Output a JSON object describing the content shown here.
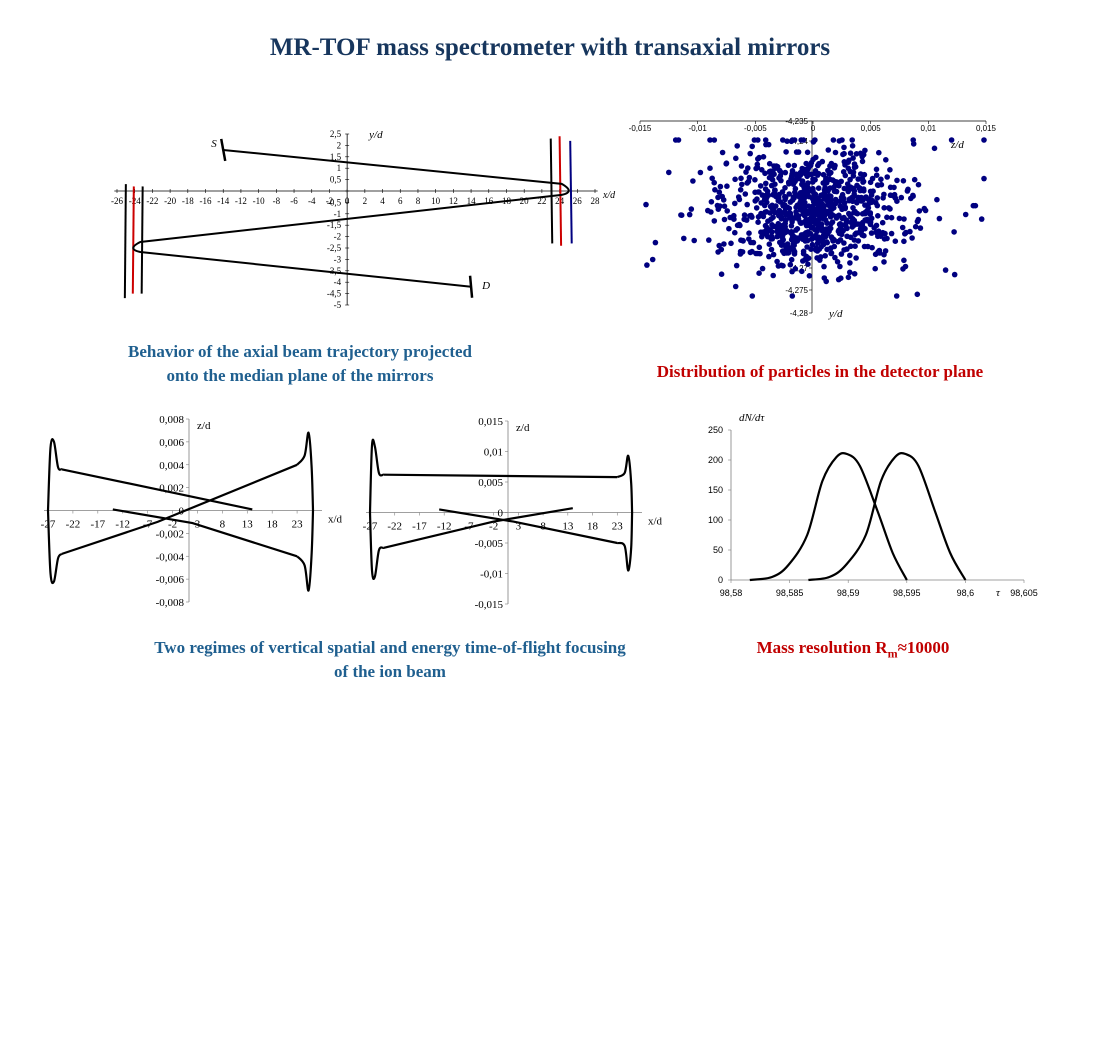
{
  "page": {
    "title": "MR-TOF mass spectrometer with transaxial mirrors"
  },
  "captions": {
    "trajectory_line1": "Behavior of the axial beam trajectory projected",
    "trajectory_line2": "onto the median plane of the mirrors",
    "distribution": "Distribution of particles in the detector plane",
    "focusing_line1": "Two regimes of vertical spatial and energy time-of-flight focusing",
    "focusing_line2": "of the ion beam",
    "resolution_prefix": "Mass resolution R",
    "resolution_sub": "m",
    "resolution_suffix": "≈10000"
  },
  "colors": {
    "title": "#17365d",
    "caption_blue": "#1f5f8f",
    "caption_red": "#c00000",
    "points": "#000080",
    "mirror_red": "#cc0000",
    "mirror_blue": "#000080"
  },
  "chart_data": [
    {
      "id": "trajectory",
      "type": "line",
      "xlabel": "x/d",
      "ylabel": "y/d",
      "xlim": [
        -26,
        28
      ],
      "ylim": [
        -5,
        2.5
      ],
      "xticks": [
        "-26",
        "-24",
        "-22",
        "-20",
        "-18",
        "-16",
        "-14",
        "-12",
        "-10",
        "-8",
        "-6",
        "-4",
        "-2",
        "0",
        "2",
        "4",
        "6",
        "8",
        "10",
        "12",
        "14",
        "16",
        "18",
        "20",
        "22",
        "24",
        "26",
        "28"
      ],
      "yticks": [
        "2,5",
        "2",
        "1,5",
        "1",
        "0,5",
        "0",
        "-0,5",
        "-1",
        "-1,5",
        "-2",
        "-2,5",
        "-3",
        "-3,5",
        "-4",
        "-4,5",
        "-5"
      ],
      "annotations": [
        "S",
        "D"
      ],
      "trajectory": [
        [
          -14,
          1.8
        ],
        [
          25.6,
          0.05
        ],
        [
          -24.5,
          -2.5
        ],
        [
          14,
          -4.2
        ]
      ],
      "mirrors": [
        {
          "x": -25,
          "y_range": [
            -4.7,
            0.3
          ],
          "color": "#000000"
        },
        {
          "x": -24.1,
          "y_range": [
            -4.5,
            0.2
          ],
          "color": "#cc0000"
        },
        {
          "x": -23.1,
          "y_range": [
            -4.5,
            0.2
          ],
          "color": "#000000"
        },
        {
          "x": 23,
          "y_range": [
            -2.3,
            2.3
          ],
          "color": "#000000"
        },
        {
          "x": 24,
          "y_range": [
            -2.4,
            2.4
          ],
          "color": "#cc0000"
        },
        {
          "x": 25.2,
          "y_range": [
            -2.3,
            2.2
          ],
          "color": "#000080"
        }
      ]
    },
    {
      "id": "distribution",
      "type": "scatter",
      "xlabel": "z/d",
      "ylabel": "y/d",
      "xlim": [
        -0.015,
        0.015
      ],
      "ylim": [
        -4.28,
        -4.235
      ],
      "xticks": [
        "-0,015",
        "-0,01",
        "-0,005",
        "0",
        "0,005",
        "0,01",
        "0,015"
      ],
      "yticks": [
        "-4,235",
        "-4,24",
        "-4,27",
        "-4,275",
        "-4,28"
      ],
      "point_count": 900
    },
    {
      "id": "focusing-1",
      "type": "line",
      "xlabel": "x/d",
      "ylabel": "z/d",
      "xlim": [
        -27,
        28
      ],
      "ylim": [
        -0.008,
        0.008
      ],
      "xticks": [
        "-27",
        "-22",
        "-17",
        "-12",
        "-7",
        "-2",
        "3",
        "8",
        "13",
        "18",
        "23"
      ],
      "yticks": [
        "0,008",
        "0,006",
        "0,004",
        "0,002",
        "0",
        "-0,002",
        "-0,004",
        "-0,006",
        "-0,008"
      ]
    },
    {
      "id": "focusing-2",
      "type": "line",
      "xlabel": "x/d",
      "ylabel": "z/d",
      "xlim": [
        -27,
        28
      ],
      "ylim": [
        -0.015,
        0.015
      ],
      "xticks": [
        "-27",
        "-22",
        "-17",
        "-12",
        "-7",
        "-2",
        "3",
        "8",
        "13",
        "18",
        "23"
      ],
      "yticks": [
        "0,015",
        "0,01",
        "0,005",
        "0",
        "-0,005",
        "-0,01",
        "-0,015"
      ]
    },
    {
      "id": "resolution",
      "type": "line",
      "xlabel": "τ",
      "ylabel": "dN/dτ",
      "xlim": [
        98.58,
        98.605
      ],
      "ylim": [
        0,
        250
      ],
      "xticks": [
        "98,58",
        "98,585",
        "98,59",
        "98,595",
        "98,6",
        "98,605"
      ],
      "yticks": [
        "250",
        "200",
        "150",
        "100",
        "50",
        "0"
      ],
      "series": [
        {
          "x": [
            98.5816,
            98.5835,
            98.5849,
            98.5865,
            98.5878,
            98.589,
            98.5899,
            98.591,
            98.5925,
            98.5938,
            98.595
          ],
          "y": [
            0,
            5,
            25,
            75,
            165,
            205,
            210,
            190,
            115,
            45,
            0
          ]
        },
        {
          "x": [
            98.5866,
            98.5884,
            98.5898,
            98.5915,
            98.5928,
            98.594,
            98.5949,
            98.596,
            98.5974,
            98.5987,
            98.6
          ],
          "y": [
            0,
            5,
            25,
            75,
            165,
            205,
            210,
            190,
            115,
            45,
            0
          ]
        }
      ]
    }
  ]
}
